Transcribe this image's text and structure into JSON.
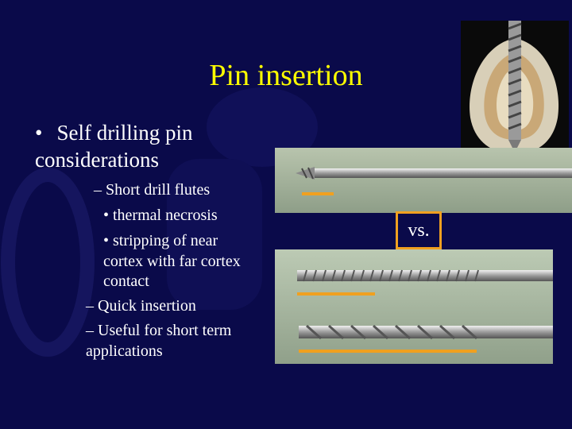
{
  "slide": {
    "title": "Pin insertion",
    "main_bullet": {
      "marker": "•",
      "text": "Self drilling pin considerations"
    },
    "sub_items": [
      "– Short  drill flutes",
      "• thermal necrosis",
      "• stripping of near",
      "cortex with far cortex",
      "contact",
      "– Quick insertion",
      "– Useful for short term",
      "applications"
    ],
    "comparison_label": "vs.",
    "colors": {
      "background": "#0a0a4a",
      "title": "#ffff00",
      "text": "#ffffff",
      "accent": "#f0a020"
    }
  }
}
